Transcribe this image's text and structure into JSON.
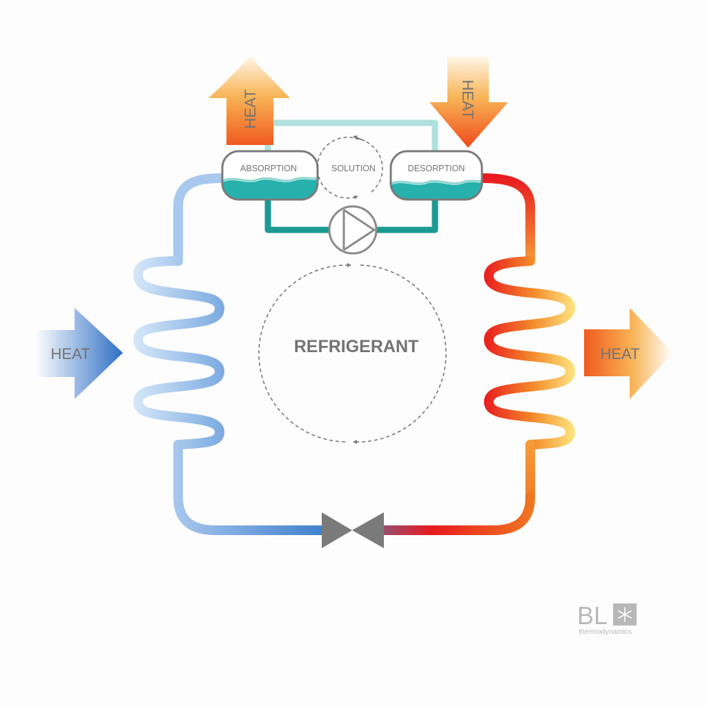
{
  "arrows": {
    "top_left_label": "HEAT",
    "top_right_label": "HEAT",
    "left_label": "HEAT",
    "right_label": "HEAT"
  },
  "vessels": {
    "absorption": "ABSORPTION",
    "desorption": "DESORPTION"
  },
  "cycles": {
    "solution": "SOLUTION",
    "refrigerant": "REFRIGERANT"
  },
  "logo": {
    "mark": "BL",
    "subtitle": "thermodynamics"
  },
  "colors": {
    "cold": "#4a86cf",
    "cold_light": "#c9e0f5",
    "hot_red": "#e8191e",
    "hot_orange": "#f07d22",
    "hot_yellow": "#fde27e",
    "solution_pipe": "#1b9a92",
    "solution_pipe_light": "#aadfdc",
    "liquid": "#27b1ac",
    "valve": "#7a7a7a",
    "text": "#737373"
  }
}
